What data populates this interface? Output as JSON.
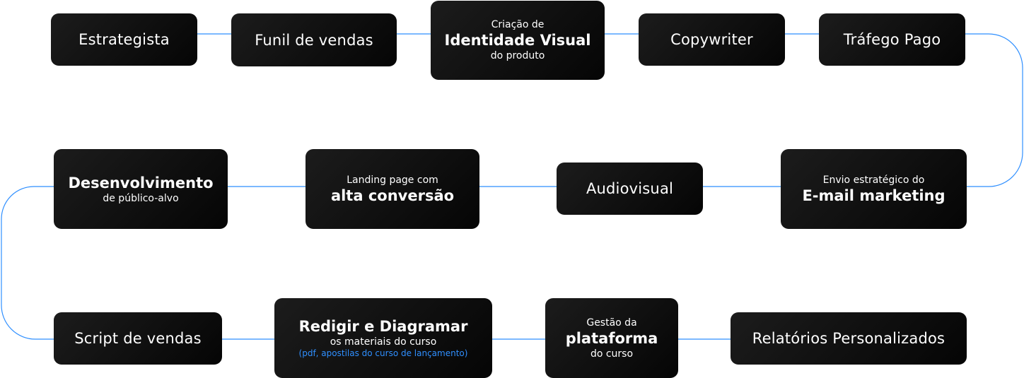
{
  "nodes": {
    "estrategista": {
      "label": "Estrategista"
    },
    "funil": {
      "label": "Funil de vendas"
    },
    "identidade": {
      "top": "Criação de",
      "bold": "Identidade Visual",
      "bottom": "do produto"
    },
    "copywriter": {
      "label": "Copywriter"
    },
    "trafego": {
      "label": "Tráfego Pago"
    },
    "publico": {
      "bold": "Desenvolvimento",
      "bottom": "de público-alvo"
    },
    "landing": {
      "top": "Landing page com",
      "bold": "alta conversão"
    },
    "audiovisual": {
      "label": "Audiovisual"
    },
    "email": {
      "top": "Envio estratégico do",
      "bold": "E-mail marketing"
    },
    "script": {
      "label": "Script de vendas"
    },
    "redigir": {
      "bold": "Redigir e Diagramar",
      "bottom": "os materiais do curso",
      "note": "(pdf, apostilas do curso de lançamento)"
    },
    "plataforma": {
      "top": "Gestão da",
      "bold": "plataforma",
      "bottom": "do curso"
    },
    "relatorios": {
      "label": "Relatórios Personalizados"
    }
  },
  "colors": {
    "node_bg": "#0d0d0d",
    "connector": "#2f8fff",
    "note_text": "#2f8fff"
  }
}
